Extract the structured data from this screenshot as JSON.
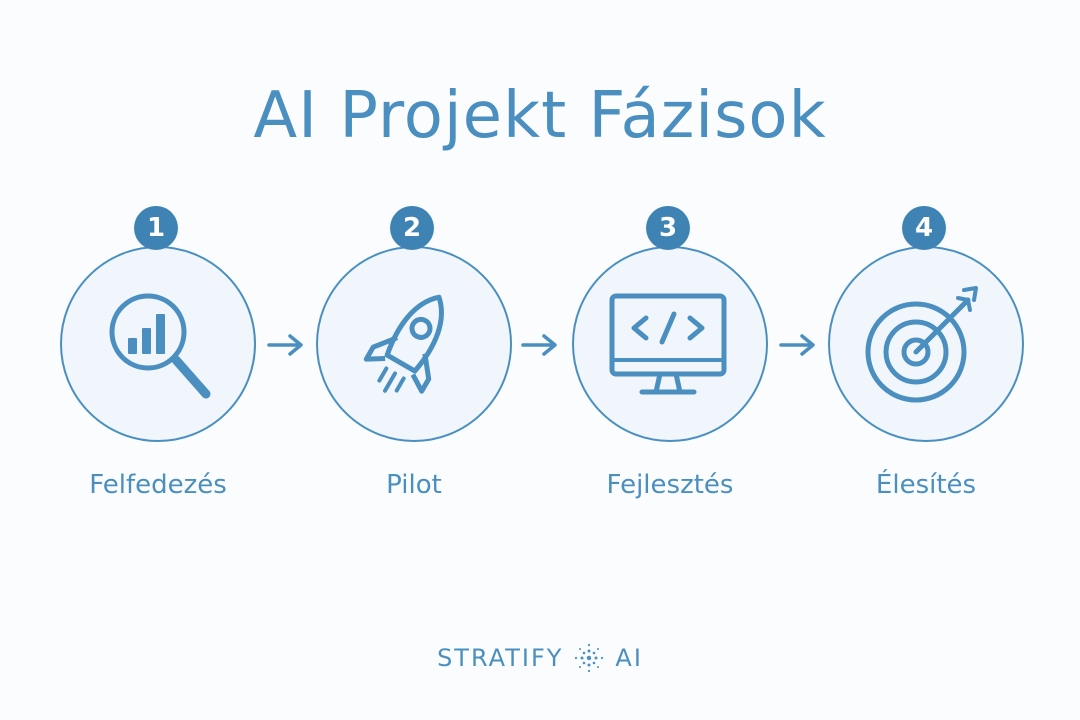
{
  "title": "AI Projekt Fázisok",
  "phases": [
    {
      "number": "1",
      "label": "Felfedezés",
      "icon": "magnifier-chart-icon"
    },
    {
      "number": "2",
      "label": "Pilot",
      "icon": "rocket-icon"
    },
    {
      "number": "3",
      "label": "Fejlesztés",
      "icon": "code-monitor-icon"
    },
    {
      "number": "4",
      "label": "Élesítés",
      "icon": "target-arrow-icon"
    }
  ],
  "brand": {
    "left": "STRATIFY",
    "right": "AI"
  },
  "colors": {
    "accent": "#4a8fc0",
    "badge": "#3f83b5",
    "background": "#fbfcfd",
    "circle_fill": "#f0f6fb"
  }
}
